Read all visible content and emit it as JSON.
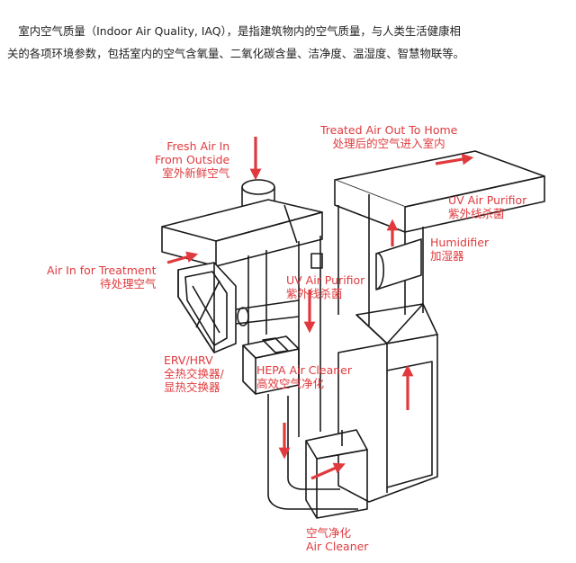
{
  "intro": {
    "line1": "　室内空气质量（Indoor Air Quality, IAQ），是指建筑物内的空气质量，与人类生活健康相",
    "line2": "关的各项环境参数，包括室内的空气含氧量、二氧化碳含量、洁净度、温湿度、智慧物联等。"
  },
  "labels": {
    "fresh_air": {
      "en1": "Fresh Air In",
      "en2": "From Outside",
      "zh": "室外新鲜空气"
    },
    "treated_air": {
      "en": "Treated Air Out To Home",
      "zh": "处理后的空气进入室内"
    },
    "uv_right": {
      "en": "UV Air Purifior",
      "zh": "紫外线杀菌"
    },
    "humidifier": {
      "en": "Humidifier",
      "zh": "加湿器"
    },
    "air_in": {
      "en": "Air In for Treatment",
      "zh": "待处理空气"
    },
    "uv_center": {
      "en": "UV Air Purifior",
      "zh": "紫外线杀菌"
    },
    "erv": {
      "en": "ERV/HRV",
      "zh1": "全热交换器/",
      "zh2": "显热交换器"
    },
    "hepa": {
      "en": "HEPA Air Cleaner",
      "zh": "高效空气净化"
    },
    "cleaner": {
      "zh": "空气净化",
      "en": "Air Cleaner"
    }
  },
  "colors": {
    "accent": "#e03a3e",
    "line": "#1a1a1a",
    "text": "#222222"
  }
}
